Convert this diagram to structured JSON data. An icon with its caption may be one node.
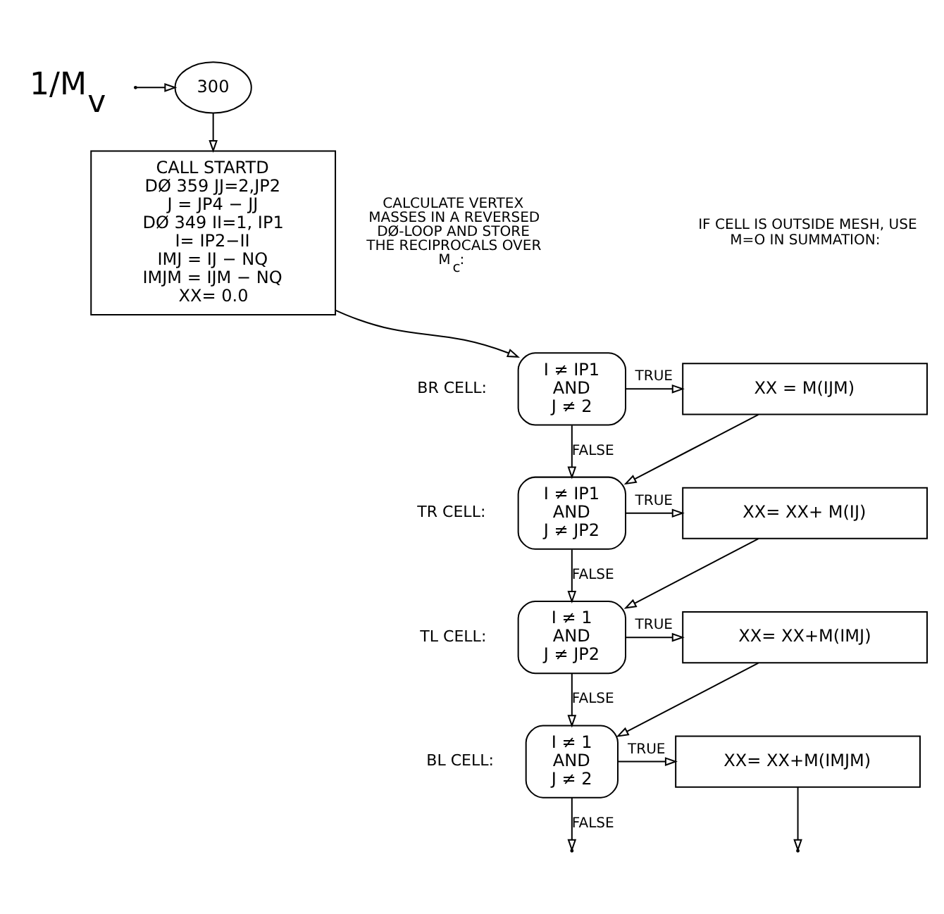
{
  "diagram": {
    "nodes": [
      {
        "text": [
          "300"
        ]
      },
      {
        "text": [
          "CALL STARTD",
          "DØ 359 JJ=2,JP2",
          "J = JP4 − JJ",
          "DØ 349 II=1, IP1",
          "I= IP2−II",
          "IMJ = IJ − NQ",
          "IMJM = IJM − NQ",
          "XX= 0.0"
        ]
      },
      {
        "text": [
          "I ≠ IP1",
          "AND",
          "J ≠ 2"
        ],
        "beside": [
          "BR CELL:"
        ]
      },
      {
        "text": [
          "XX = M(IJM)"
        ]
      },
      {
        "text": [
          "I ≠ IP1",
          "AND",
          "J ≠ JP2"
        ],
        "beside": [
          "TR CELL:"
        ]
      },
      {
        "text": [
          "XX= XX+ M(IJ)"
        ]
      },
      {
        "text": [
          "I ≠ 1",
          "AND",
          "J ≠ JP2"
        ],
        "beside": [
          "TL CELL:"
        ]
      },
      {
        "text": [
          "XX= XX+M(IMJ)"
        ]
      },
      {
        "text": [
          "I ≠ 1",
          "AND",
          "J ≠ 2"
        ],
        "beside": [
          "BL CELL:"
        ]
      },
      {
        "text": [
          "XX= XX+M(IMJM)"
        ]
      }
    ],
    "edges": [
      {
        "from": null,
        "to": 0,
        "arrow": "to"
      },
      {
        "from": 0,
        "to": 1,
        "arrow": "to"
      },
      {
        "from": 1,
        "to": 2,
        "arrow": "to"
      },
      {
        "from": 2,
        "to": 3,
        "arrow": "to",
        "label": "TRUE"
      },
      {
        "from": 2,
        "to": 4,
        "arrow": "to",
        "label": "FALSE"
      },
      {
        "from": 3,
        "to": 4,
        "arrow": "to"
      },
      {
        "from": 4,
        "to": 5,
        "arrow": "to",
        "label": "TRUE"
      },
      {
        "from": 4,
        "to": 6,
        "arrow": "to",
        "label": "FALSE"
      },
      {
        "from": 5,
        "to": 6,
        "arrow": "to"
      },
      {
        "from": 6,
        "to": 7,
        "arrow": "to",
        "label": "TRUE"
      },
      {
        "from": 6,
        "to": 8,
        "arrow": "to",
        "label": "FALSE"
      },
      {
        "from": 7,
        "to": 8,
        "arrow": "to"
      },
      {
        "from": 8,
        "to": 9,
        "arrow": "to",
        "label": "TRUE"
      },
      {
        "from": 8,
        "to": null,
        "arrow": "to",
        "label": "FALSE"
      },
      {
        "from": 9,
        "to": null,
        "arrow": "to"
      }
    ],
    "labels": [
      "1/M$_{v}$",
      "CALCULATE VERTEX MASSES IN A REVERSED DØ-LOOP AND STORE THE RECIPROCALS OVER M$_{c}$:",
      "IF CELL IS OUTSIDE MESH, USE M=O IN SUMMATION:"
    ]
  }
}
